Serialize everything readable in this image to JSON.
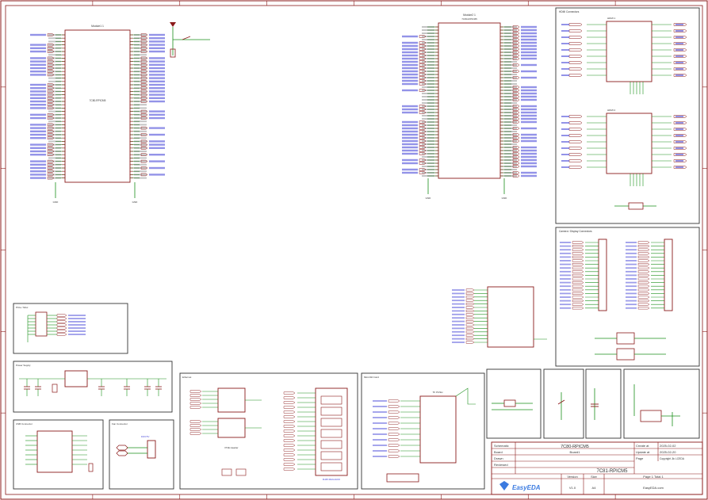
{
  "sheet": {
    "border_color": "#8b1a1a",
    "wire_color": "#1a8f1a",
    "symbol_color": "#8b1a1a",
    "net_color": "#3b3bd6",
    "text_color": "#333333"
  },
  "blocks": {
    "module1": {
      "title": "Module1 1",
      "subtitle": "7C80-RPICM5",
      "gnd": "GND"
    },
    "module2": {
      "title": "Module2 1",
      "subtitle": "7C80-RPICM5",
      "gnd": "GND"
    },
    "hdmi": {
      "title": "HDMI Connectors",
      "part1": "HDMI 1",
      "part2": "HDMI 2",
      "gnd": "GND"
    },
    "ethernet": {
      "title": "Ethernet",
      "part": "RJ45 MAGJACK",
      "conn": "POE Header"
    },
    "microsd": {
      "title": "MicroSD Card",
      "part": "TF PUSH"
    },
    "fan": {
      "title": "Fan Connector",
      "part": "FAN 5V"
    },
    "usb": {
      "title": "USB Connector"
    },
    "cm_header": {
      "title": "Camera / Display Connectors"
    },
    "power": {
      "title": "Power Supply"
    },
    "misc": {
      "title": "PCIe / Misc"
    }
  },
  "title_block": {
    "schematic_label": "Schematic",
    "schematic_value": "7C80-RPICM5",
    "board_label": "Board",
    "board_value": "Board1",
    "drawn_label": "Drawn",
    "reviewed_label": "Reviewed",
    "create_label": "Create at",
    "create_value": "2025-02-02",
    "update_label": "Update at",
    "update_value": "2025-02-20",
    "page_label": "Page",
    "page_value": "Page 1 Total 1",
    "project": "7C81-RPICM5",
    "version_label": "Version",
    "version_value": "V1.0",
    "size_label": "Size",
    "size_value": "A4",
    "copyright": "Copyright Jlc LCEDA",
    "logo_text": "EasyEDA",
    "site": "EasyEDA.com"
  }
}
